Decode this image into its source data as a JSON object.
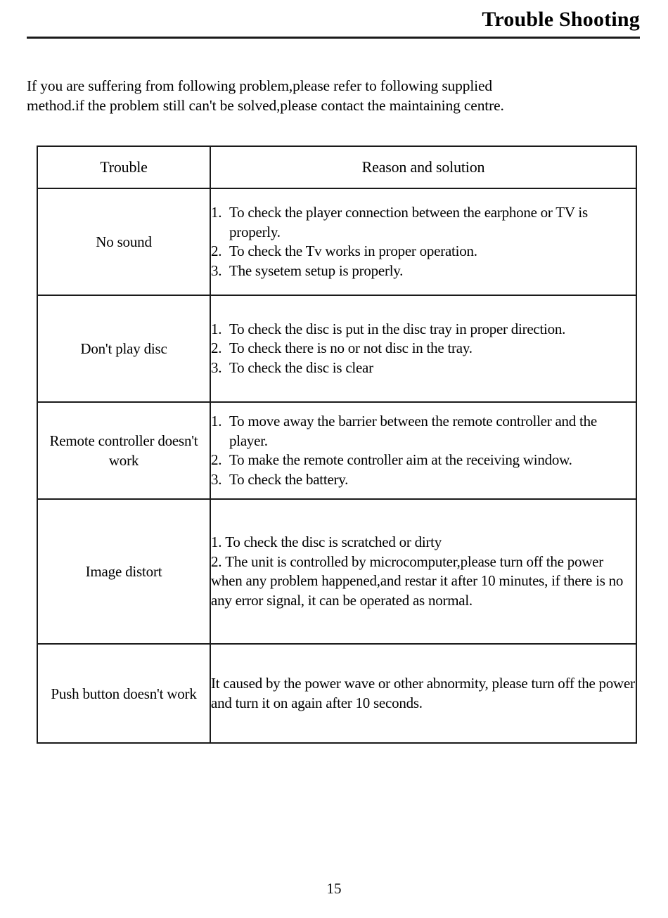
{
  "header": {
    "title": "Trouble Shooting"
  },
  "intro": {
    "line1": "If you are suffering from following problem,please refer to following supplied",
    "line2": "method.if the problem still can't be solved,please contact the maintaining centre."
  },
  "table": {
    "headers": {
      "trouble": "Trouble",
      "reason": "Reason and solution"
    },
    "rows": [
      {
        "trouble": "No sound",
        "items": [
          {
            "num": "1.",
            "text": "To check the player connection between the earphone or TV is properly."
          },
          {
            "num": "2.",
            "text": "To check the Tv works in proper operation."
          },
          {
            "num": "3.",
            "text": "The sysetem setup is properly."
          }
        ]
      },
      {
        "trouble": "Don't play disc",
        "items": [
          {
            "num": "1.",
            "text": "To check the disc is put in the disc tray in proper direction."
          },
          {
            "num": "2.",
            "text": "To check there is no or not disc in the tray."
          },
          {
            "num": "3.",
            "text": "To check the disc is clear"
          }
        ]
      },
      {
        "trouble": "Remote controller doesn't work",
        "items": [
          {
            "num": "1.",
            "text": "To move away the barrier between the remote controller and the player."
          },
          {
            "num": "2.",
            "text": "To make the remote controller aim at the receiving window."
          },
          {
            "num": "3.",
            "text": "To check the battery."
          }
        ]
      },
      {
        "trouble": "Image distort",
        "items": [
          {
            "num": "1.",
            "text": "To check the disc is scratched or dirty"
          },
          {
            "num": "2.",
            "text": "The unit is controlled by microcomputer,please turn off the power when any problem happened,and restar it after 10 minutes, if there is no any error signal, it can be operated as normal."
          }
        ]
      },
      {
        "trouble": "Push button doesn't work",
        "paragraph": "It caused by the power wave or other abnormity, please turn off the power and turn it on again after 10 seconds."
      }
    ]
  },
  "footer": {
    "page_number": "15"
  }
}
